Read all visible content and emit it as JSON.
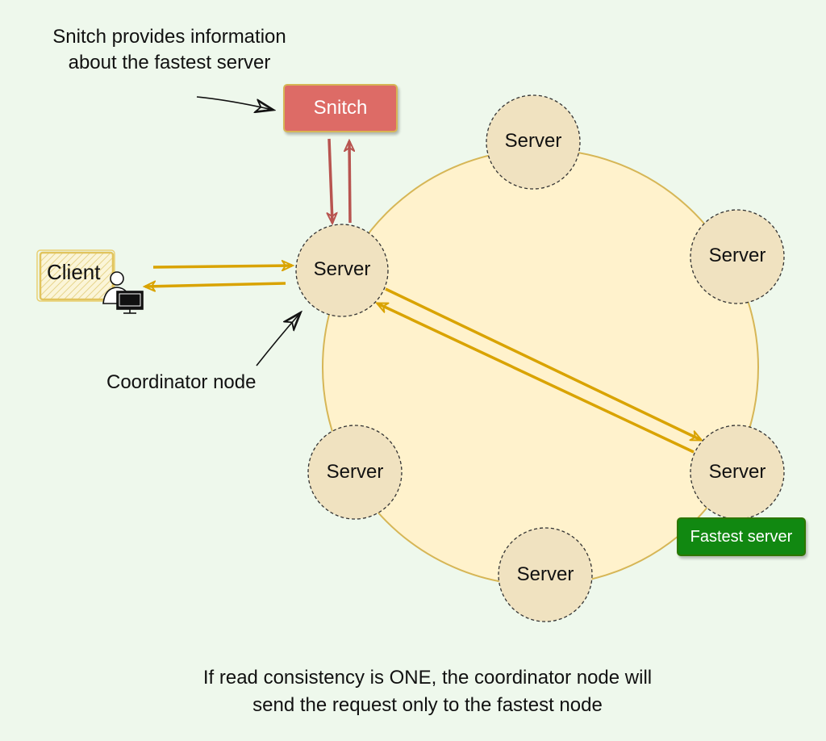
{
  "captions": {
    "snitch_info_line1": "Snitch provides information",
    "snitch_info_line2": "about the fastest server",
    "coordinator": "Coordinator node",
    "bottom_line1": "If read consistency is ONE, the coordinator node will",
    "bottom_line2": "send the request only to the fastest node"
  },
  "snitch": {
    "label": "Snitch"
  },
  "client": {
    "label": "Client",
    "icon": "user-computer-icon"
  },
  "servers": [
    {
      "id": "coordinator",
      "label": "Server"
    },
    {
      "id": "ring-top",
      "label": "Server"
    },
    {
      "id": "ring-upper-right",
      "label": "Server"
    },
    {
      "id": "ring-fastest",
      "label": "Server"
    },
    {
      "id": "ring-bottom",
      "label": "Server"
    },
    {
      "id": "ring-left",
      "label": "Server"
    }
  ],
  "fastest_badge": {
    "label": "Fastest server"
  },
  "colors": {
    "background": "#eef8ec",
    "ring_fill": "#fff2cc",
    "ring_stroke": "#d6b656",
    "node_fill": "#f0e2c0",
    "snitch_fill": "#dd6b66",
    "snitch_arrow": "#b85450",
    "request_arrow": "#d9a300",
    "fastest_badge": "#118811"
  }
}
